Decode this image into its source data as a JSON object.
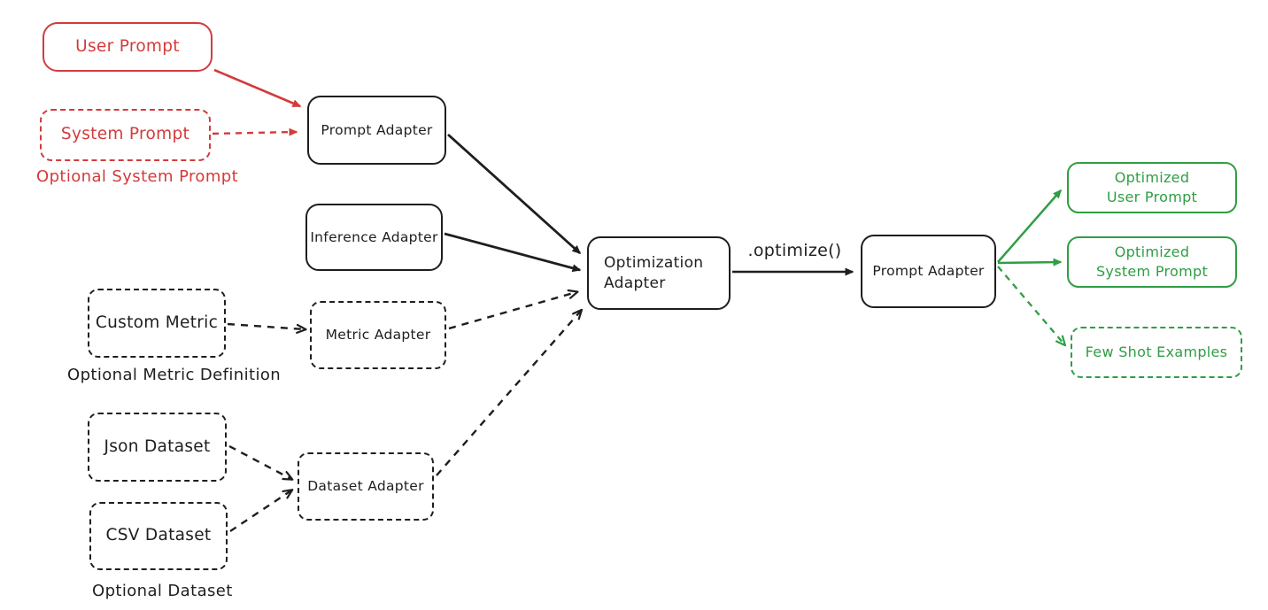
{
  "colors": {
    "red": "#d33b3b",
    "green": "#2f9e44",
    "black": "#1e1e1e",
    "background": "#ffffff"
  },
  "nodes": {
    "user_prompt": {
      "label": "User Prompt"
    },
    "system_prompt": {
      "label": "System Prompt"
    },
    "prompt_adapter_in": {
      "label": "Prompt Adapter"
    },
    "inference_adapter": {
      "label": "Inference Adapter"
    },
    "custom_metric": {
      "label": "Custom Metric"
    },
    "metric_adapter": {
      "label": "Metric Adapter"
    },
    "json_dataset": {
      "label": "Json Dataset"
    },
    "csv_dataset": {
      "label": "CSV Dataset"
    },
    "dataset_adapter": {
      "label": "Dataset Adapter"
    },
    "optimization_adapter": {
      "label": "Optimization\nAdapter"
    },
    "prompt_adapter_out": {
      "label": "Prompt Adapter"
    },
    "optimized_user_prompt": {
      "label": "Optimized\nUser Prompt"
    },
    "optimized_system_prompt": {
      "label": "Optimized\nSystem Prompt"
    },
    "few_shot_examples": {
      "label": "Few Shot Examples"
    }
  },
  "captions": {
    "optional_system_prompt": "Optional System Prompt",
    "optional_metric_definition": "Optional Metric Definition",
    "optional_dataset": "Optional Dataset"
  },
  "edge_labels": {
    "optimize": ".optimize()"
  }
}
